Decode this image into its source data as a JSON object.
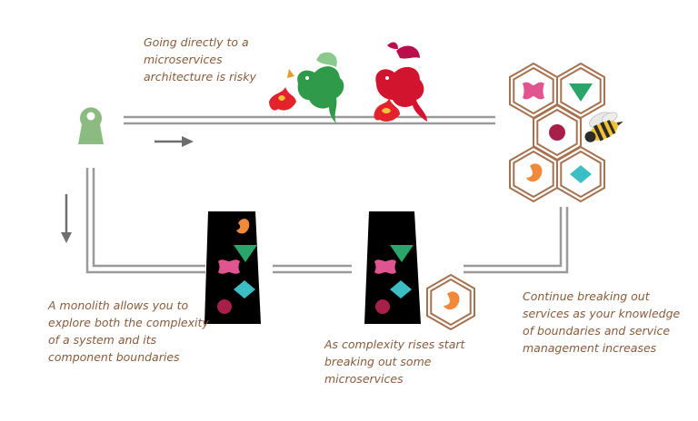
{
  "captions": {
    "risky": "Going directly to a\nmicroservices\narchitecture is risky",
    "monolith": "A monolith allows you to\nexplore both the complexity\nof a system and its\ncomponent boundaries",
    "complexity": "As complexity rises start\nbreaking out some\nmicroservices",
    "continue": "Continue breaking out\nservices as your knowledge\nof boundaries and service\nmanagement increases"
  },
  "colors": {
    "caption": "#8a5a3a",
    "rail": "#9a9a9a",
    "arrow": "#6e6e6e",
    "monolith": "#000000",
    "hexagon_ring": "#a5714f",
    "person": "#8bbb80",
    "pink": "#e0558f",
    "green": "#2aa56a",
    "teal": "#3cbfc4",
    "maroon": "#a8204a",
    "orange": "#f08a3a",
    "dragon_green": "#2f9a4a",
    "dragon_red": "#d2142f"
  },
  "icons": [
    "person-icon",
    "dragon-icon",
    "bee-icon",
    "hexagon-service-icon",
    "arrow-right-icon",
    "arrow-down-icon"
  ]
}
